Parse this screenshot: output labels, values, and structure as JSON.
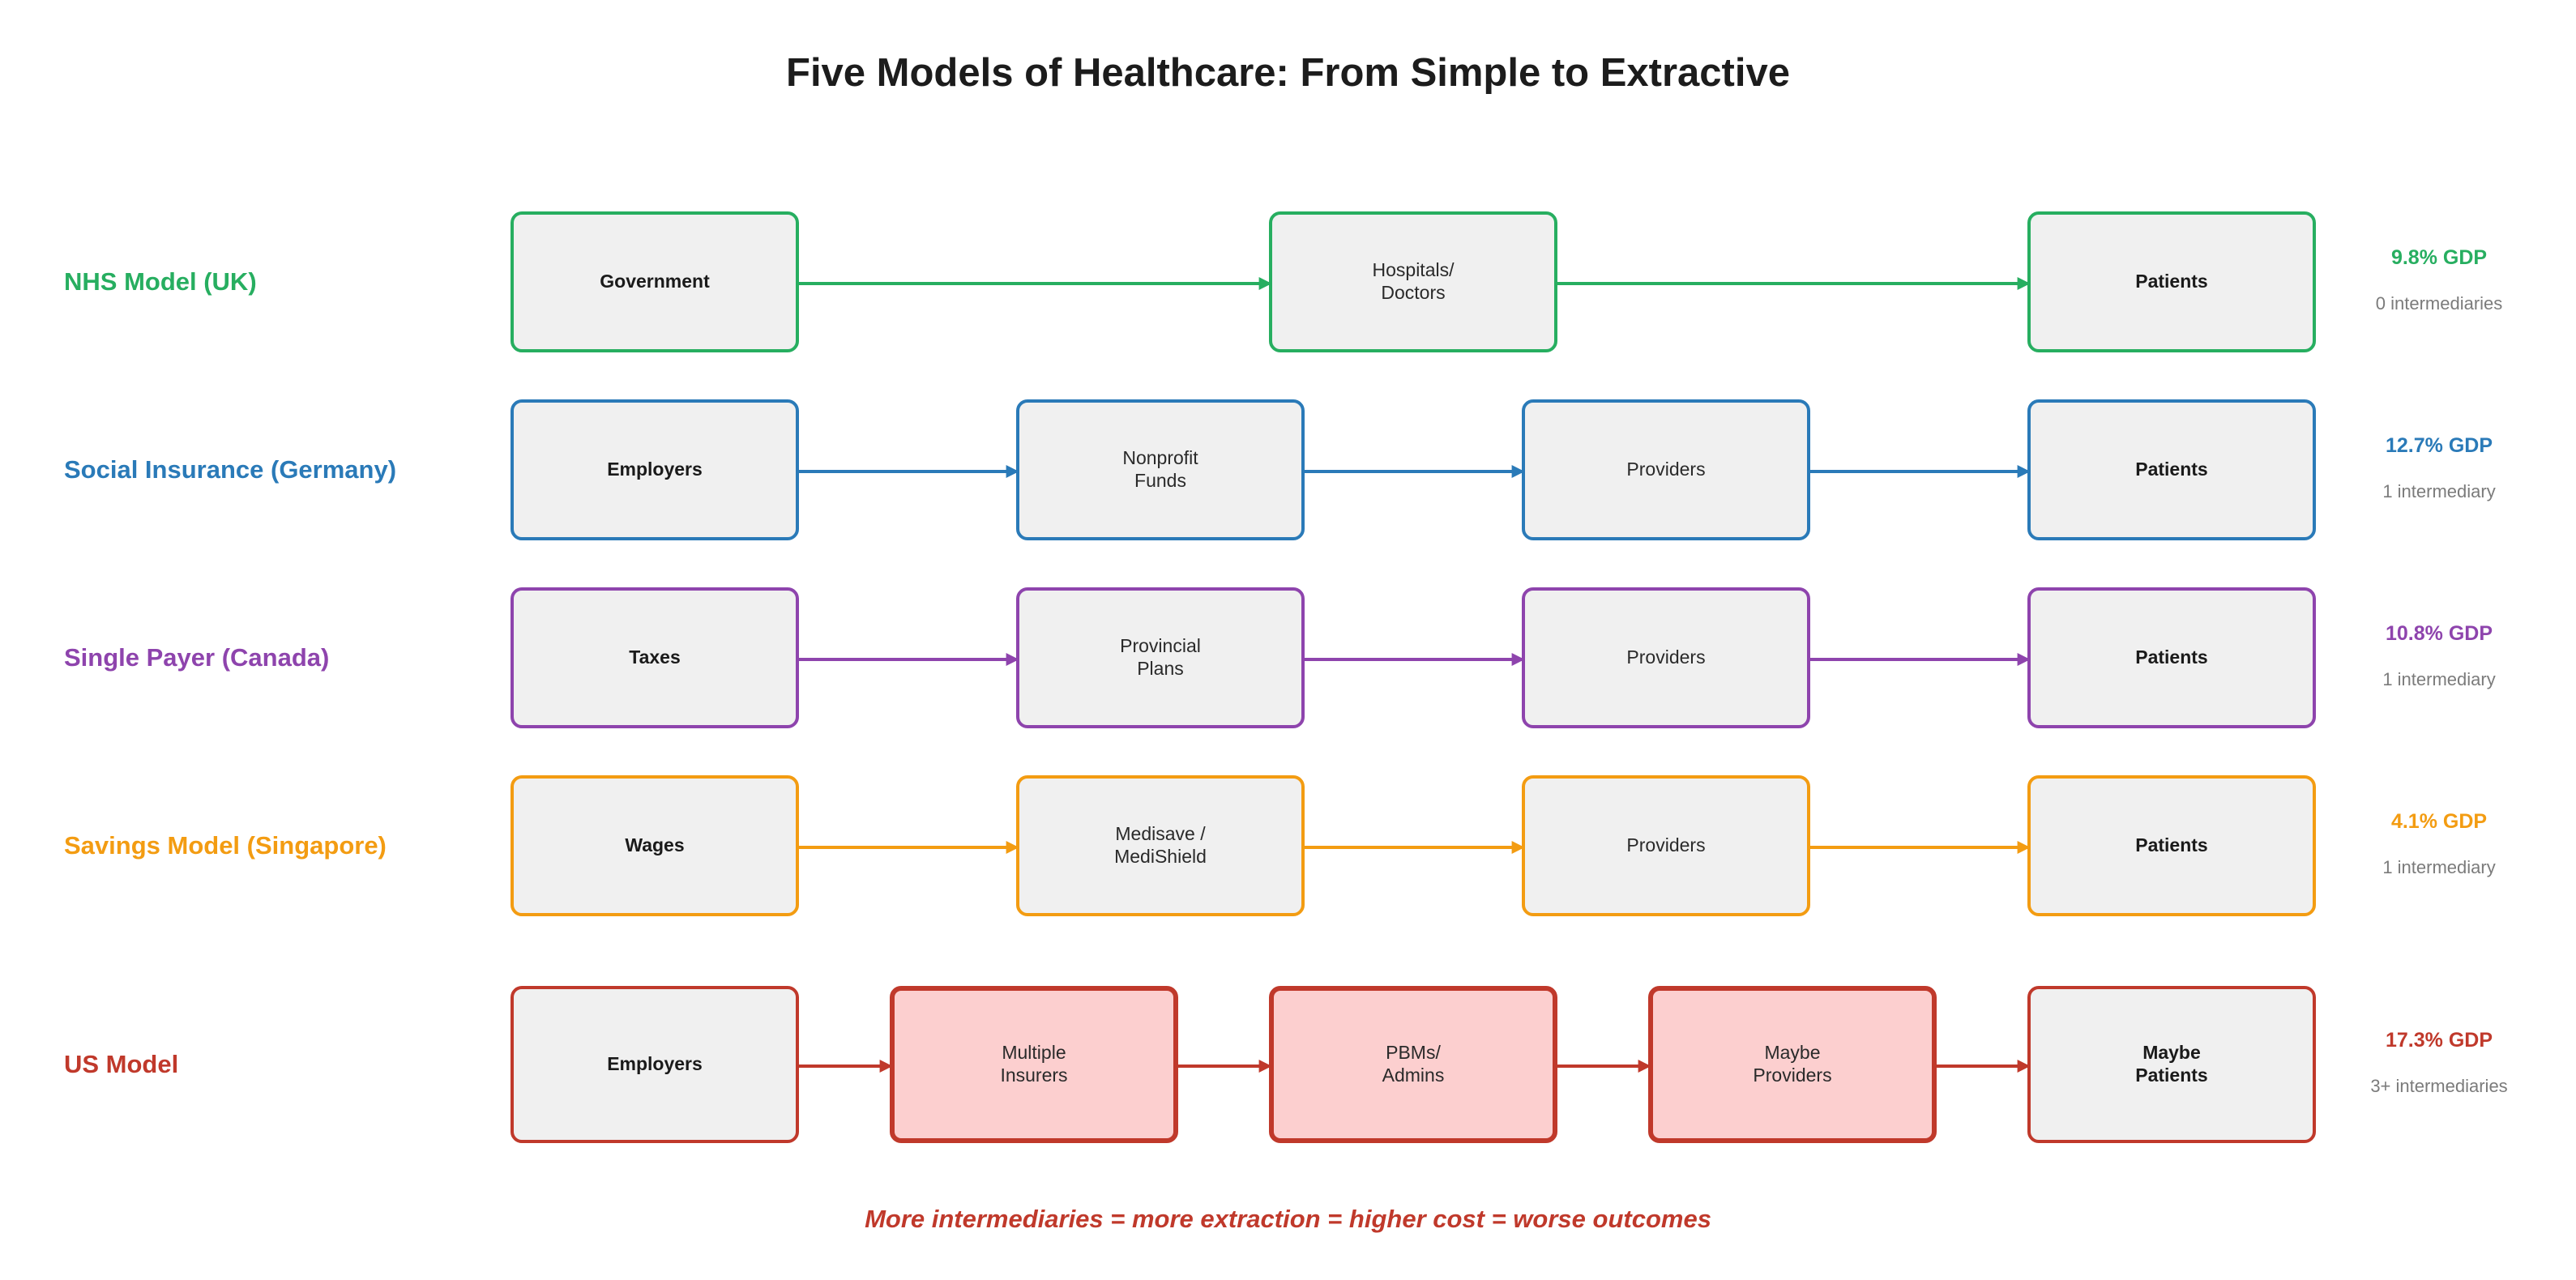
{
  "title": "Five Models of Healthcare: From Simple to Extractive",
  "footer": "More intermediaries = more extraction = higher cost = worse outcomes",
  "rows": [
    {
      "label": "NHS Model (UK)",
      "color": "#27ae60",
      "gdp": "9.8% GDP",
      "intermediaries": "0 intermediaries",
      "nodes": [
        {
          "text": "Government",
          "bold": true
        },
        {
          "text": "Hospitals/\nDoctors",
          "bold": false
        },
        {
          "text": "Patients",
          "bold": true
        }
      ]
    },
    {
      "label": "Social Insurance (Germany)",
      "color": "#2a7ab8",
      "gdp": "12.7% GDP",
      "intermediaries": "1 intermediary",
      "nodes": [
        {
          "text": "Employers",
          "bold": true
        },
        {
          "text": "Nonprofit\nFunds",
          "bold": false
        },
        {
          "text": "Providers",
          "bold": false
        },
        {
          "text": "Patients",
          "bold": true
        }
      ]
    },
    {
      "label": "Single Payer (Canada)",
      "color": "#8e44ad",
      "gdp": "10.8% GDP",
      "intermediaries": "1 intermediary",
      "nodes": [
        {
          "text": "Taxes",
          "bold": true
        },
        {
          "text": "Provincial\nPlans",
          "bold": false
        },
        {
          "text": "Providers",
          "bold": false
        },
        {
          "text": "Patients",
          "bold": true
        }
      ]
    },
    {
      "label": "Savings Model (Singapore)",
      "color": "#f39c12",
      "gdp": "4.1% GDP",
      "intermediaries": "1 intermediary",
      "nodes": [
        {
          "text": "Wages",
          "bold": true
        },
        {
          "text": "Medisave /\nMediShield",
          "bold": false
        },
        {
          "text": "Providers",
          "bold": false
        },
        {
          "text": "Patients",
          "bold": true
        }
      ]
    },
    {
      "label": "US Model",
      "color": "#c0392b",
      "gdp": "17.3% GDP",
      "intermediaries": "3+ intermediaries",
      "nodes": [
        {
          "text": "Employers",
          "bold": true
        },
        {
          "text": "Multiple\nInsurers",
          "bold": false,
          "highlight": true
        },
        {
          "text": "PBMs/\nAdmins",
          "bold": false,
          "highlight": true
        },
        {
          "text": "Maybe\nProviders",
          "bold": false,
          "highlight": true
        },
        {
          "text": "Maybe\nPatients",
          "bold": true
        }
      ]
    }
  ]
}
